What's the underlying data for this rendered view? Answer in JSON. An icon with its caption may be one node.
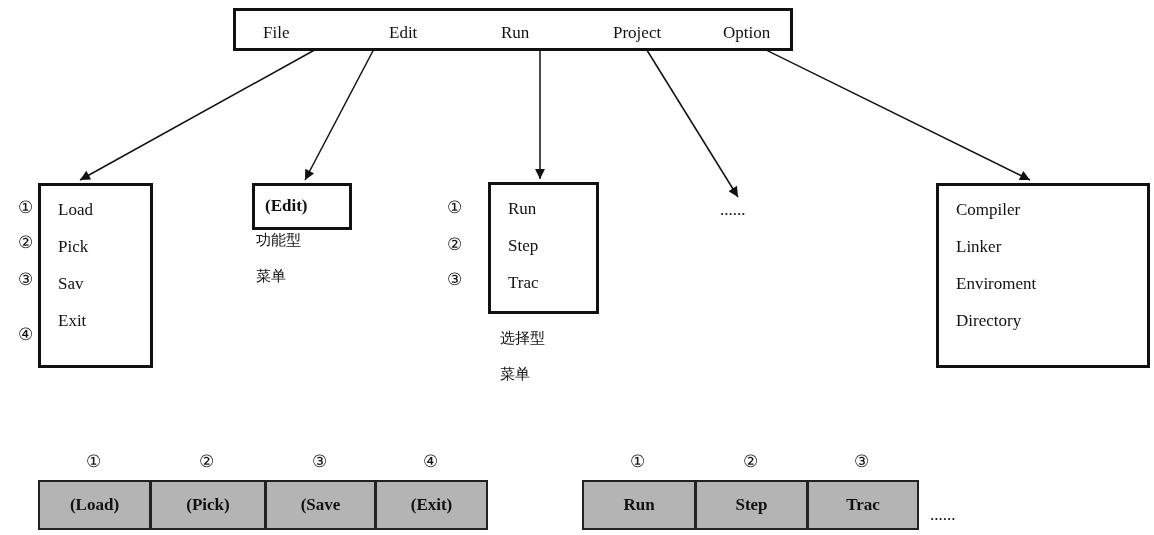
{
  "diagram": {
    "nodes": [
      {
        "text": [],
        "shape": "box"
      },
      {
        "text": [
          "File"
        ],
        "in": 0
      },
      {
        "text": [
          "Edit"
        ],
        "in": 0
      },
      {
        "text": [
          "Run"
        ],
        "in": 0
      },
      {
        "text": [
          "Project"
        ],
        "in": 0
      },
      {
        "text": [
          "Option"
        ],
        "in": 0
      },
      {
        "text": [
          "Load",
          "Pick",
          "Sav",
          "Exit"
        ],
        "beside": [
          "①",
          "②",
          "③",
          "④"
        ]
      },
      {
        "text": [
          "(Edit)"
        ],
        "beside": [
          "功能型菜单"
        ]
      },
      {
        "text": [
          "Run",
          "Step",
          "Trac"
        ],
        "beside": [
          "①",
          "②",
          "③",
          "选择型菜单"
        ]
      },
      {
        "text": [
          "......"
        ]
      },
      {
        "text": [
          "Compiler",
          "Linker",
          "Enviroment",
          "Directory"
        ]
      },
      {
        "text": [
          "(Load)"
        ],
        "beside": [
          "①"
        ]
      },
      {
        "text": [
          "(Pick)"
        ],
        "beside": [
          "②"
        ]
      },
      {
        "text": [
          "(Save"
        ],
        "beside": [
          "③"
        ]
      },
      {
        "text": [
          "(Exit)"
        ],
        "beside": [
          "④"
        ]
      },
      {
        "text": [
          "Run"
        ],
        "beside": [
          "①"
        ]
      },
      {
        "text": [
          "Step"
        ],
        "beside": [
          "②"
        ]
      },
      {
        "text": [
          "Trac"
        ],
        "beside": [
          "③"
        ]
      }
    ],
    "edges": [
      {
        "from": 1,
        "to": 6,
        "arrow": "to"
      },
      {
        "from": 2,
        "to": 7,
        "arrow": "to"
      },
      {
        "from": 3,
        "to": 8,
        "arrow": "to"
      },
      {
        "from": 4,
        "to": 9,
        "arrow": "to"
      },
      {
        "from": 5,
        "to": 10,
        "arrow": "to"
      }
    ],
    "labels": [
      "......"
    ]
  }
}
